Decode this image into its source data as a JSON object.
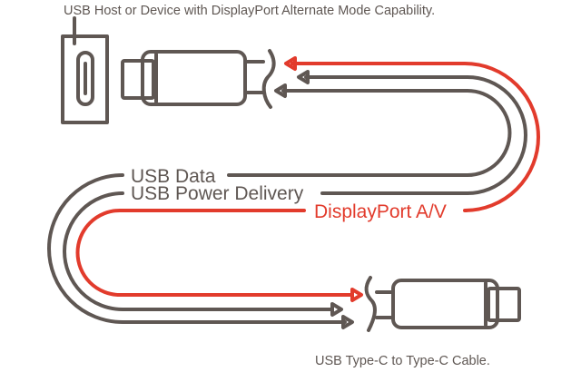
{
  "title": "USB Host or Device with DisplayPort Alternate Mode Capability.",
  "caption": "USB Type-C to Type-C Cable.",
  "labels": {
    "usb_data": "USB Data",
    "usb_power": "USB Power Delivery",
    "displayport": "DisplayPort A/V"
  },
  "colors": {
    "line": "#5f5753",
    "accent": "#e23b2c"
  }
}
